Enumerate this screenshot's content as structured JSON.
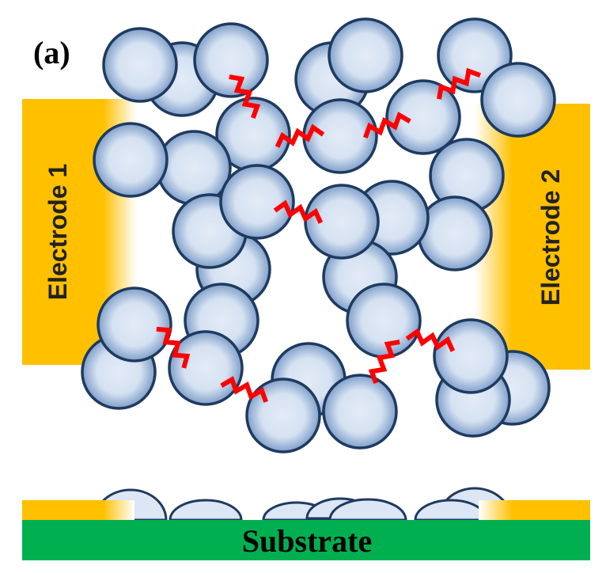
{
  "panel_label": "(a)",
  "electrode_left": "Electrode 1",
  "electrode_right": "Electrode 2",
  "substrate": "Substrate",
  "colors": {
    "electrode": "#FFC000",
    "substrate": "#00B050",
    "particle_fill": "#DCE6F4",
    "particle_edge": "#7F9FCA",
    "particle_outline": "#1F3A5F",
    "linker": "#FF0000"
  }
}
